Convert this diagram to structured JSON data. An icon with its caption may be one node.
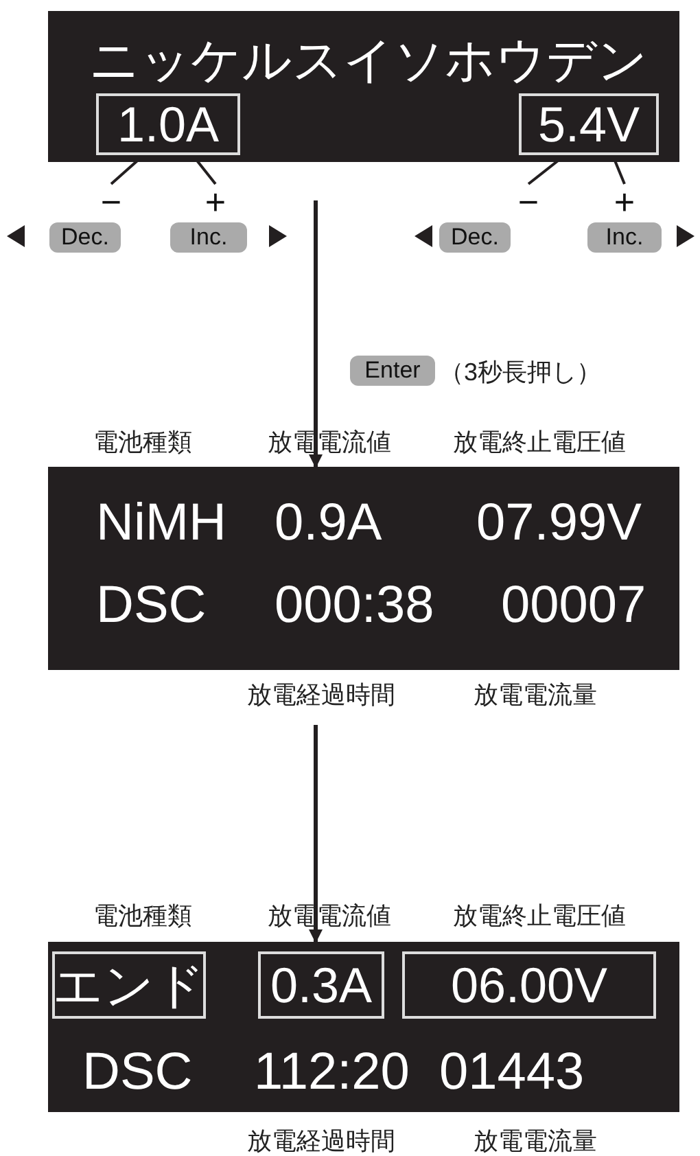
{
  "diagram": {
    "nodes": [
      {
        "text": [
          "ニッケルスイソホウデン"
        ]
      },
      {
        "text": [
          "1.0A"
        ],
        "in": 0
      },
      {
        "text": [
          "5.4V"
        ],
        "in": 0
      },
      {
        "text": [
          "−"
        ]
      },
      {
        "text": [
          "+"
        ]
      },
      {
        "text": [
          "−"
        ]
      },
      {
        "text": [
          "+"
        ]
      },
      {
        "text": [
          "NiMH",
          "0.9A",
          "07.99V",
          "DSC",
          "000:38",
          "00007"
        ]
      },
      {
        "text": [
          "DSC",
          "112:20",
          "01443"
        ]
      },
      {
        "text": [
          "エンド"
        ],
        "in": 8
      },
      {
        "text": [
          "0.3A"
        ],
        "in": 8
      },
      {
        "text": [
          "06.00V"
        ],
        "in": 8
      }
    ],
    "edges": [
      {
        "from": 1,
        "to": 3,
        "arrow": "none"
      },
      {
        "from": 1,
        "to": 4,
        "arrow": "none"
      },
      {
        "from": 2,
        "to": 5,
        "arrow": "none"
      },
      {
        "from": 2,
        "to": 6,
        "arrow": "none"
      },
      {
        "from": 0,
        "to": 7,
        "arrow": "to"
      },
      {
        "from": 7,
        "to": 8,
        "arrow": "to"
      }
    ],
    "labels": [
      "Dec.",
      "Inc.",
      "Dec.",
      "Inc.",
      "Enter",
      "（3秒長押し）",
      "電池種類",
      "放電電流値",
      "放電終止電圧値",
      "放電経過時間",
      "放電電流量",
      "電池種類",
      "放電電流値",
      "放電終止電圧値",
      "放電経過時間",
      "放電電流量"
    ]
  }
}
